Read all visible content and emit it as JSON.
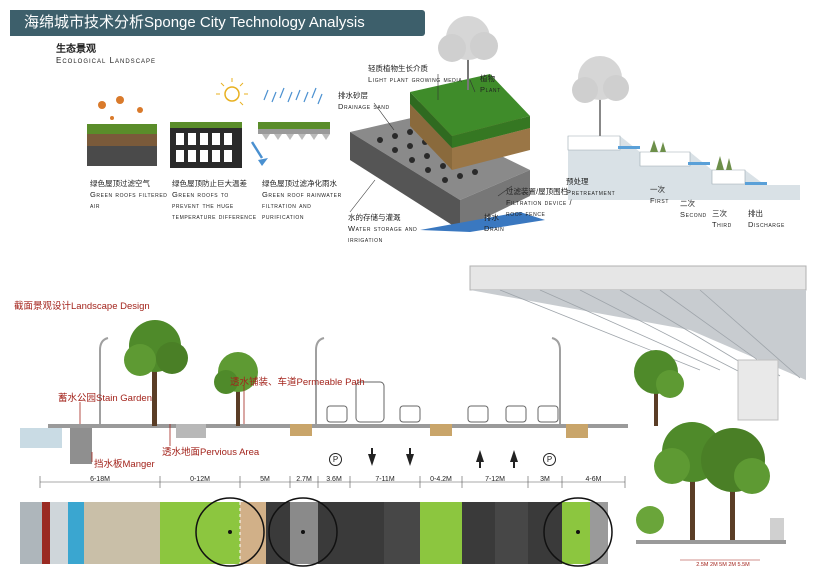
{
  "header": {
    "title": "海绵城市技术分析Sponge City Technology Analysis"
  },
  "ecological": {
    "title_cn": "生态景观",
    "title_en": "Ecological Landscape"
  },
  "green_roofs": [
    {
      "cn": "绿色屋顶过滤空气",
      "en": "Green roofs filtered air"
    },
    {
      "cn": "绿色屋顶防止巨大温差",
      "en": "Green roofs to prevent the huge temperature difference"
    },
    {
      "cn": "绿色屋顶过滤净化雨水",
      "en": "Green roof rainwater filtration and purification"
    }
  ],
  "layers": {
    "media": {
      "cn": "轻质植物生长介质",
      "en": "Light plant growing media"
    },
    "plant": {
      "cn": "植物",
      "en": "Plant"
    },
    "sand": {
      "cn": "排水砂层",
      "en": "Drainage sand"
    },
    "filter": {
      "cn": "过滤装置/屋顶围栏",
      "en": "Filtration device / roof fence"
    },
    "drain": {
      "cn": "排水",
      "en": "Drain"
    },
    "storage": {
      "cn": "水的存储与灌溉",
      "en": "Water storage and irrigation"
    }
  },
  "treatment": {
    "pre": {
      "cn": "预处理",
      "en": "Pretreatment"
    },
    "first": {
      "cn": "一次",
      "en": "First"
    },
    "second": {
      "cn": "二次",
      "en": "Second"
    },
    "third": {
      "cn": "三次",
      "en": "Third"
    },
    "discharge": {
      "cn": "排出",
      "en": "Discharge"
    }
  },
  "section": {
    "title": "截面景观设计Landscape Design",
    "stain_garden": "蓄水公园Stain Garden",
    "permeable_path": "透水铺装、车道Permeable Path",
    "pervious_area": "透水地面Pervious Area",
    "manger": "挡水板Manger"
  },
  "dimensions": [
    "6-18M",
    "0-12M",
    "5M",
    "2.7M",
    "3.6M",
    "7-11M",
    "0-4.2M",
    "7-12M",
    "3M",
    "4-6M"
  ],
  "parking_mark": "P",
  "small_dims": "2.5M 2M 5M 2M 5.5M",
  "colors": {
    "banner": "#3d5f6b",
    "accent_red": "#a3241c",
    "grass": "#8cc63f",
    "road": "#3a3a3a"
  }
}
